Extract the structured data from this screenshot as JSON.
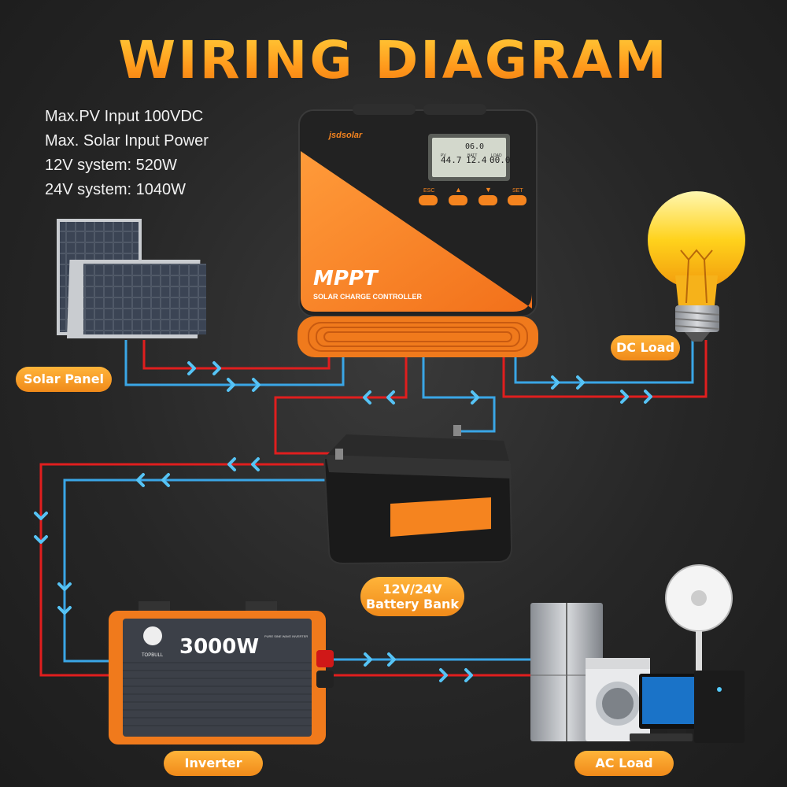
{
  "title": "WIRING DIAGRAM",
  "specs": [
    "Max.PV Input 100VDC",
    "Max. Solar Input Power",
    "12V system: 520W",
    "24V system: 1040W"
  ],
  "labels": {
    "solar_panel": "Solar Panel",
    "dc_load": "DC Load",
    "battery_line1": "12V/24V",
    "battery_line2": "Battery Bank",
    "inverter": "Inverter",
    "ac_load": "AC Load"
  },
  "controller": {
    "brand": "jsdsolar",
    "model": "MPPT",
    "subtitle": "SOLAR CHARGE CONTROLLER",
    "buttons": [
      "ESC",
      "▲",
      "▼",
      "SET"
    ],
    "lcd": {
      "pv": "PV",
      "batt": "BATT",
      "load": "LOAD",
      "pv_value": "44.7",
      "batt_value": "12.4",
      "load_value": "00.0",
      "top_value": "06.0"
    }
  },
  "inverter": {
    "rating": "3000W",
    "brand": "TOPBULL",
    "subtitle": "PURE SINE WAVE INVERTER"
  },
  "colors": {
    "positive_wire": "#e01e1e",
    "negative_wire": "#3aa6e6",
    "arrow": "#56c3f5",
    "accent": "#f5841f"
  }
}
